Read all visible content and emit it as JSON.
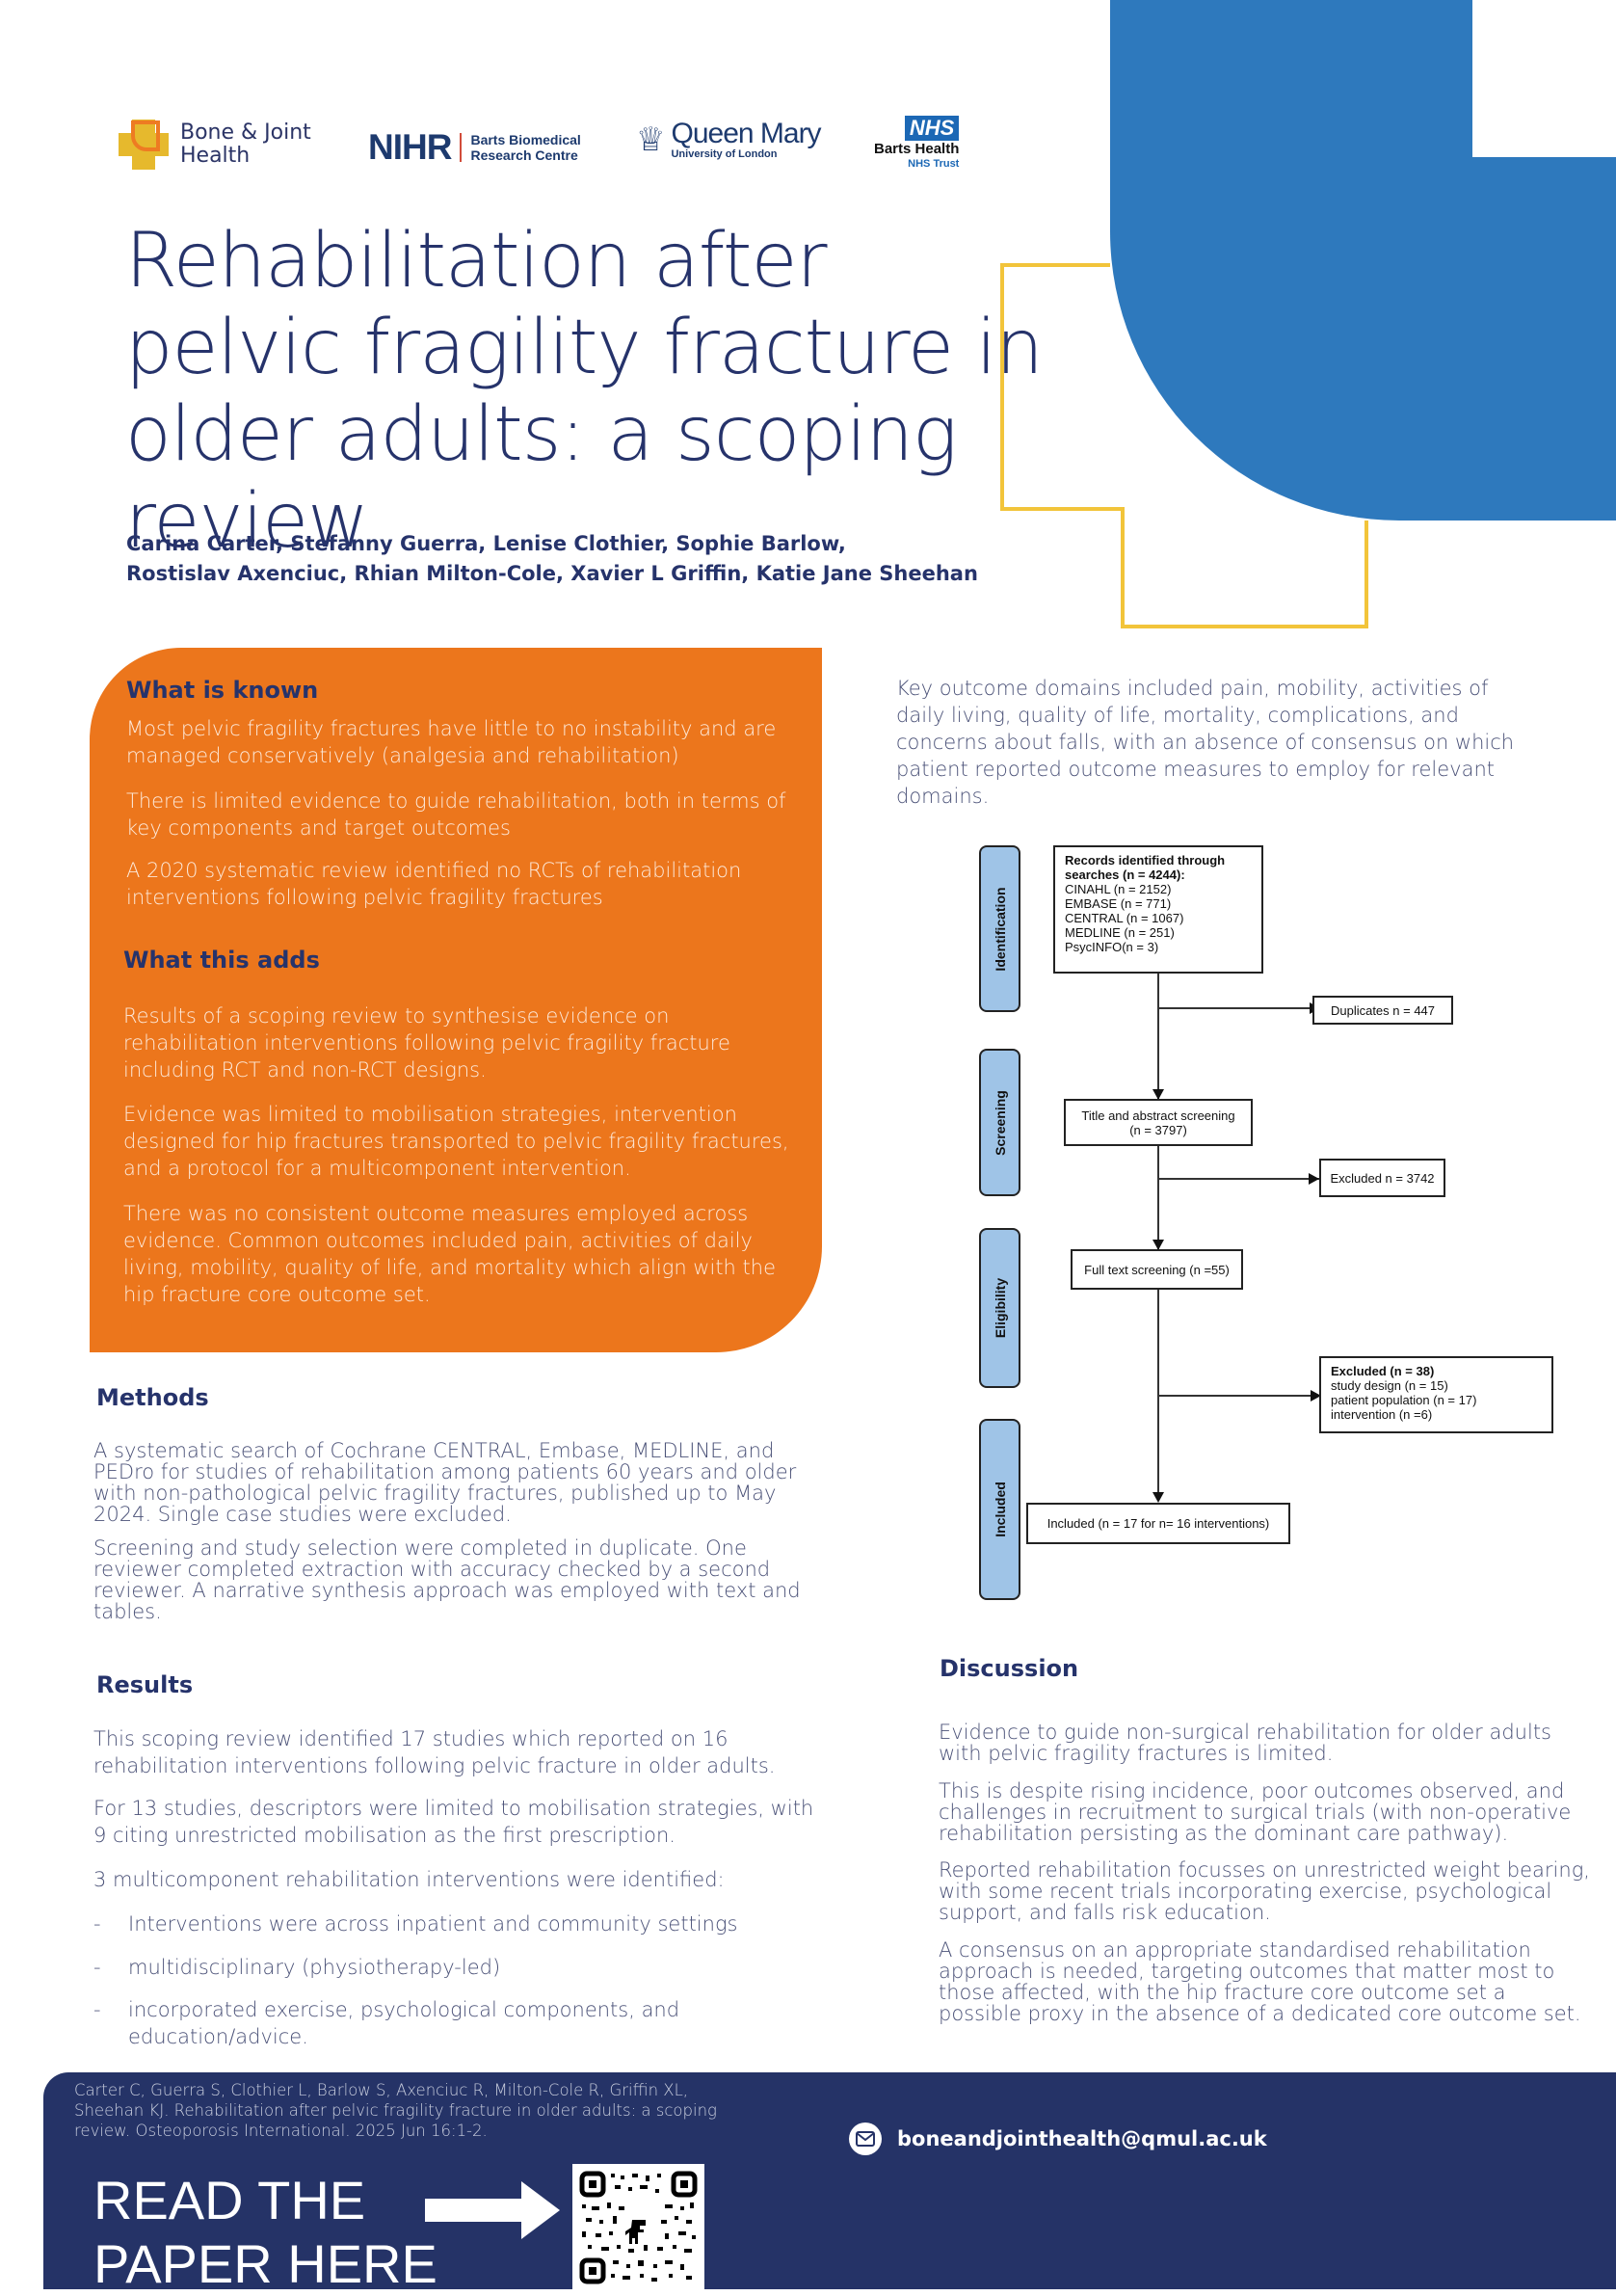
{
  "colors": {
    "navy": "#26336b",
    "orange": "#ec761c",
    "blue": "#2e79bd",
    "yellow": "#f2c43a",
    "stage_blue": "#9fc4e7",
    "footer_navy": "#253367"
  },
  "logos": {
    "bone_joint": {
      "line1": "Bone & Joint",
      "line2": "Health"
    },
    "nihr": {
      "big": "NIHR",
      "line1": "Barts Biomedical",
      "line2": "Research Centre"
    },
    "queen_mary": {
      "big": "Queen Mary",
      "small": "University of London"
    },
    "nhs": {
      "badge": "NHS",
      "name": "Barts Health",
      "trust": "NHS Trust"
    }
  },
  "header": {
    "title": "Rehabilitation after pelvic fragility fracture in older adults: a scoping review",
    "authors_line1": "Carina Carter, Stefanny Guerra,  Lenise Clothier, Sophie Barlow,",
    "authors_line2": "Rostislav Axenciuc, Rhian Milton-Cole, Xavier L Griffin, Katie Jane Sheehan"
  },
  "what_is_known": {
    "heading": "What is known",
    "paragraphs": [
      "Most pelvic fragility fractures have little to no instability and are managed conservatively (analgesia and rehabilitation)",
      "There is limited evidence to guide rehabilitation, both in terms of key components and target outcomes",
      "A 2020 systematic review identified no RCTs of rehabilitation interventions following pelvic fragility fractures"
    ]
  },
  "what_this_adds": {
    "heading": "What this adds",
    "paragraphs": [
      "Results of a scoping review to synthesise evidence on rehabilitation interventions following pelvic fragility fracture including RCT and non-RCT designs.",
      "Evidence was limited to mobilisation strategies, intervention designed for hip fractures transported to pelvic fragility fractures, and a protocol for a multicomponent intervention.",
      "There was no consistent outcome measures employed across evidence. Common outcomes included pain, activities of daily living, mobility, quality of life, and mortality which align with the hip fracture core outcome set."
    ]
  },
  "methods": {
    "heading": "Methods",
    "paragraphs": [
      "A systematic search of Cochrane CENTRAL, Embase, MEDLINE, and PEDro for studies of rehabilitation among patients 60 years and older with non-pathological pelvic fragility fractures, published up to May 2024. Single case studies were excluded.",
      "Screening and study selection were completed in duplicate. One reviewer completed extraction with accuracy checked by a second reviewer. A narrative synthesis approach was employed with text and tables."
    ]
  },
  "results": {
    "heading": "Results",
    "paragraphs": [
      "This scoping review identified 17 studies which reported on 16 rehabilitation interventions following pelvic fracture in older adults.",
      "For 13 studies, descriptors were limited to mobilisation strategies, with 9 citing unrestricted mobilisation as the first prescription.",
      "3 multicomponent rehabilitation interventions were identified:"
    ],
    "bullet_marker": "-",
    "bullets": [
      "Interventions were across inpatient and community settings",
      "multidisciplinary (physiotherapy-led)",
      "incorporated exercise, psychological components, and education/advice."
    ]
  },
  "outcomes_text": "Key outcome domains included pain, mobility, activities of daily living, quality of life, mortality, complications, and concerns about falls, with an absence of consensus on which patient reported outcome measures to employ for relevant domains.",
  "prisma": {
    "stages": [
      "Identification",
      "Screening",
      "Eligibility",
      "Included"
    ],
    "records_title": "Records identified through searches (n = 4244):",
    "records_sources": [
      "CINAHL (n = 2152)",
      "EMBASE (n = 771)",
      "CENTRAL (n = 1067)",
      "MEDLINE (n = 251)",
      "PsycINFO(n = 3)"
    ],
    "duplicates": "Duplicates n = 447",
    "title_abstract_line1": "Title and abstract screening",
    "title_abstract_line2": "(n = 3797)",
    "excluded_screening": "Excluded n = 3742",
    "full_text": "Full text screening (n =55)",
    "excluded_full_title": "Excluded (n = 38)",
    "excluded_full_reasons": [
      "study design (n = 15)",
      "patient population (n = 17)",
      "intervention (n =6)"
    ],
    "included": "Included (n = 17 for n= 16 interventions)"
  },
  "discussion": {
    "heading": "Discussion",
    "paragraphs": [
      "Evidence to guide non-surgical rehabilitation for older adults with pelvic fragility fractures is limited.",
      "This is despite rising incidence, poor outcomes observed, and challenges in recruitment to surgical trials (with non-operative rehabilitation persisting as the dominant care pathway).",
      "Reported rehabilitation focusses on unrestricted weight bearing, with some recent trials incorporating exercise, psychological support, and falls risk education.",
      "A consensus on an appropriate standardised rehabilitation approach is needed, targeting outcomes that matter most to those affected, with the hip fracture core outcome set a possible proxy in the absence of a dedicated core outcome set."
    ]
  },
  "footer": {
    "citation": "Carter C, Guerra S, Clothier L, Barlow S, Axenciuc R, Milton-Cole R, Griffin XL, Sheehan KJ. Rehabilitation after pelvic fragility fracture in older adults: a scoping review. Osteoporosis International. 2025 Jun 16:1-2.",
    "cta_line1": "READ THE",
    "cta_line2": "PAPER HERE",
    "email": "boneandjointhealth@qmul.ac.uk",
    "icons": {
      "arrow": "right-arrow-icon",
      "qr": "qr-code",
      "mail": "envelope-icon"
    }
  }
}
